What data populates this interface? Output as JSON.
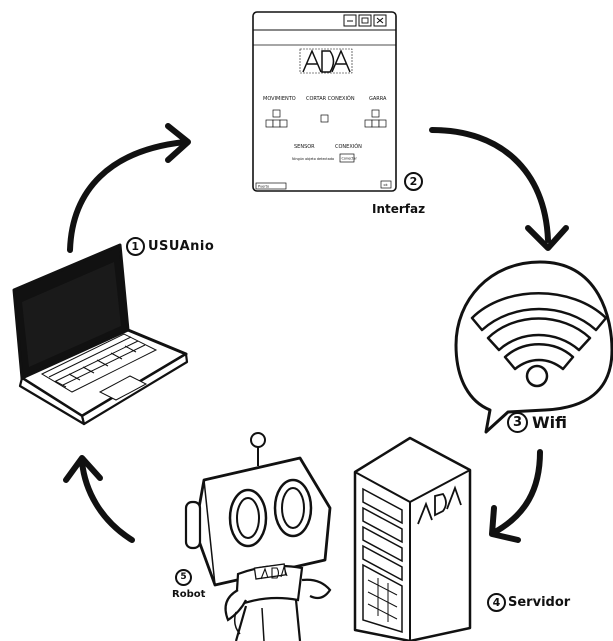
{
  "steps": [
    {
      "number": "1",
      "label": "USUAnio"
    },
    {
      "number": "2",
      "label": "Interfaz"
    },
    {
      "number": "3",
      "label": "Wifi"
    },
    {
      "number": "4",
      "label": "Servidor"
    },
    {
      "number": "5",
      "label": "Robot"
    }
  ],
  "interface_window": {
    "logo_text": "ADA",
    "sections": {
      "movement": "MOVIMIENTO",
      "cut_connection": "CORTAR CONEXIÓN",
      "claw": "GARRA",
      "sensor": "SENSOR",
      "connection": "CONEXIÓN"
    },
    "sensor_value": "Ningún objeto detectado",
    "connect_button": "Conectar",
    "port_select": "Puerto",
    "ok_button": "ok"
  },
  "server_logo": "ADA",
  "robot_chest_logo": "ADA"
}
